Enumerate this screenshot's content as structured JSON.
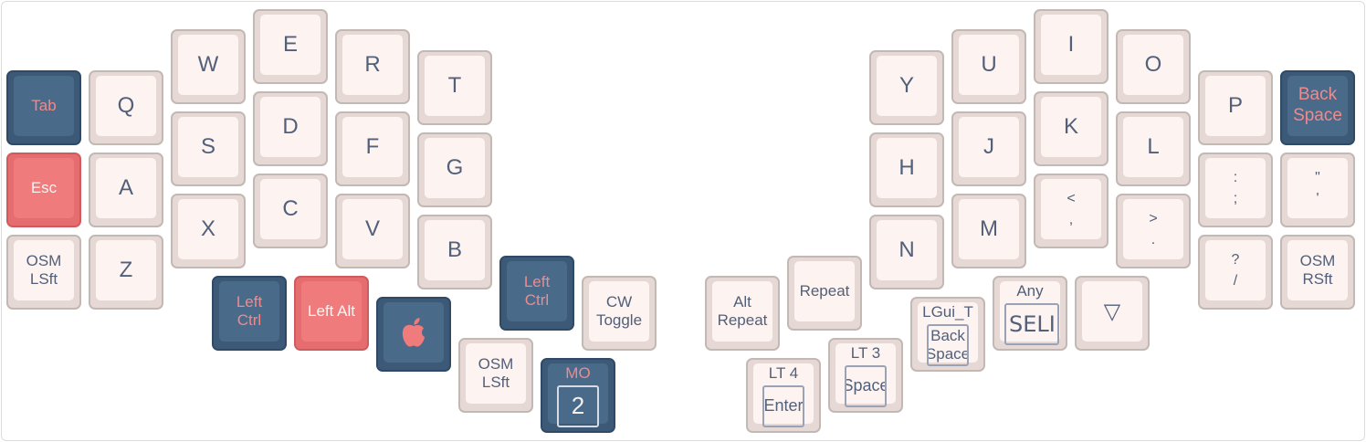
{
  "colors": {
    "base": "#fdf3f1",
    "blue": "#4a6a8a",
    "red": "#ef7b7d",
    "text": "#52607a"
  },
  "keys": {
    "tab": "Tab",
    "esc": "Esc",
    "osm_lsft": "OSM\nLSft",
    "q": "Q",
    "a": "A",
    "z": "Z",
    "w": "W",
    "s": "S",
    "x": "X",
    "e": "E",
    "d": "D",
    "c": "C",
    "r": "R",
    "f": "F",
    "v": "V",
    "t": "T",
    "g": "G",
    "b": "B",
    "y": "Y",
    "h": "H",
    "n": "N",
    "u": "U",
    "j": "J",
    "m": "M",
    "i": "I",
    "k": "K",
    "comma": "<\n,",
    "o": "O",
    "l": "L",
    "dot": ">\n.",
    "p": "P",
    "semicolon": ":\n;",
    "slash": "?\n/",
    "backspace": "Back\nSpace",
    "quote": "\"\n'",
    "osm_rsft": "OSM\nRSft"
  },
  "thumbs": {
    "left_ctrl_1": "Left\nCtrl",
    "left_alt": "Left Alt",
    "apple_icon": "apple-logo-icon",
    "left_ctrl_2": "Left\nCtrl",
    "cw_toggle": "CW\nToggle",
    "osm_lsft_thumb": "OSM\nLSft",
    "mo_hold": "MO",
    "mo_tap": "2",
    "alt_repeat": "Alt\nRepeat",
    "repeat": "Repeat",
    "lt4_hold": "LT 4",
    "lt4_tap": "Enter",
    "lt3_hold": "LT 3",
    "lt3_tap": "Space",
    "lgui_hold": "LGui_T",
    "lgui_tap": "Back\nSpace",
    "any_hold": "Any",
    "any_tap": "SELI",
    "triangle": "▽"
  }
}
